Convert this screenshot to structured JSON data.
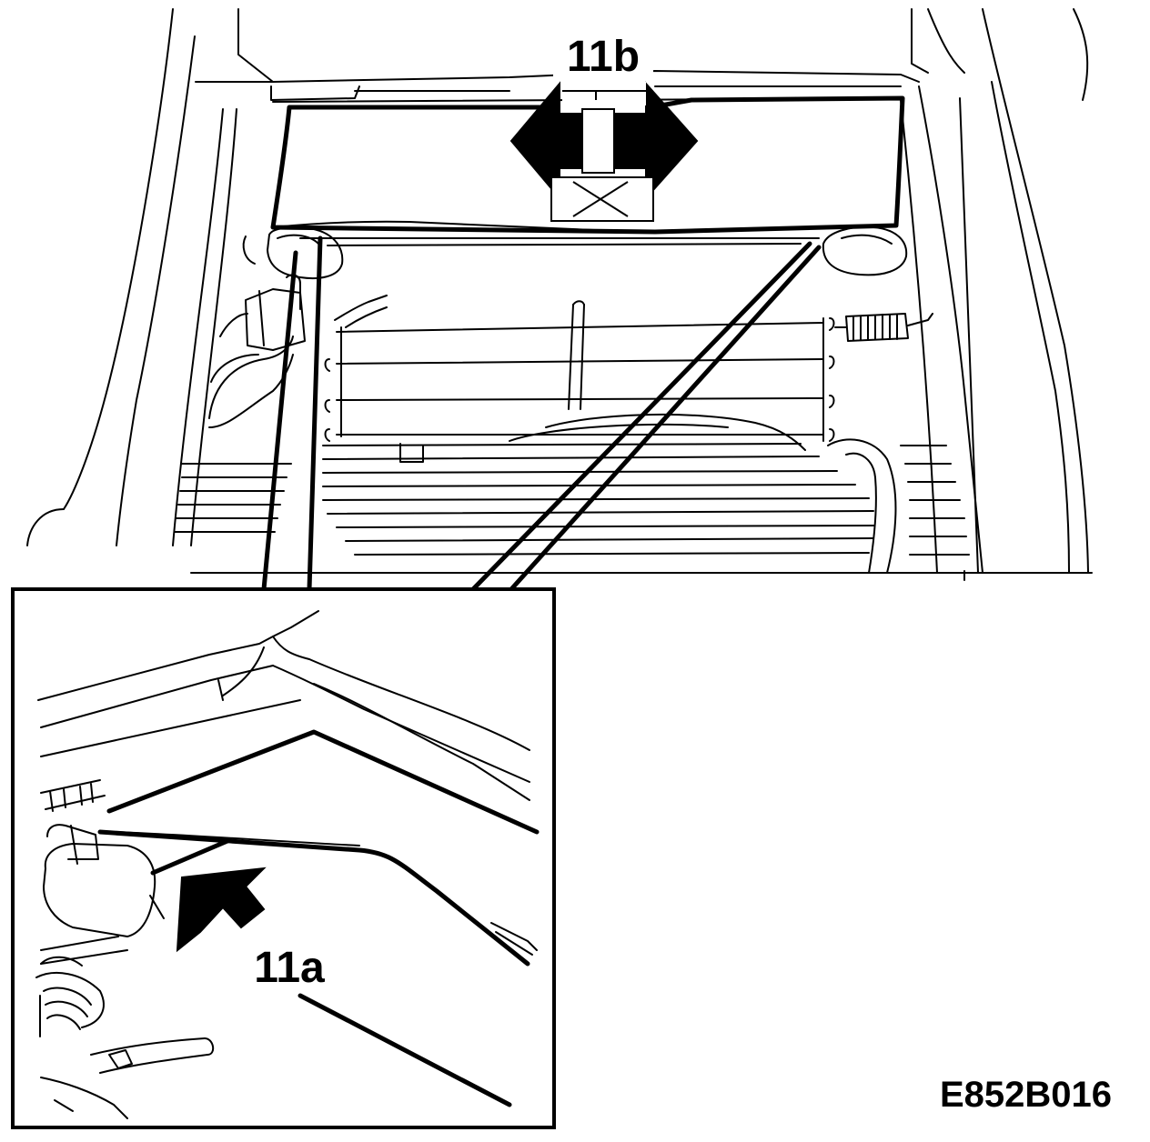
{
  "callouts": {
    "top": "11b",
    "inset": "11a"
  },
  "figure_code": "E852B016",
  "colors": {
    "line": "#000000",
    "background": "#ffffff"
  }
}
